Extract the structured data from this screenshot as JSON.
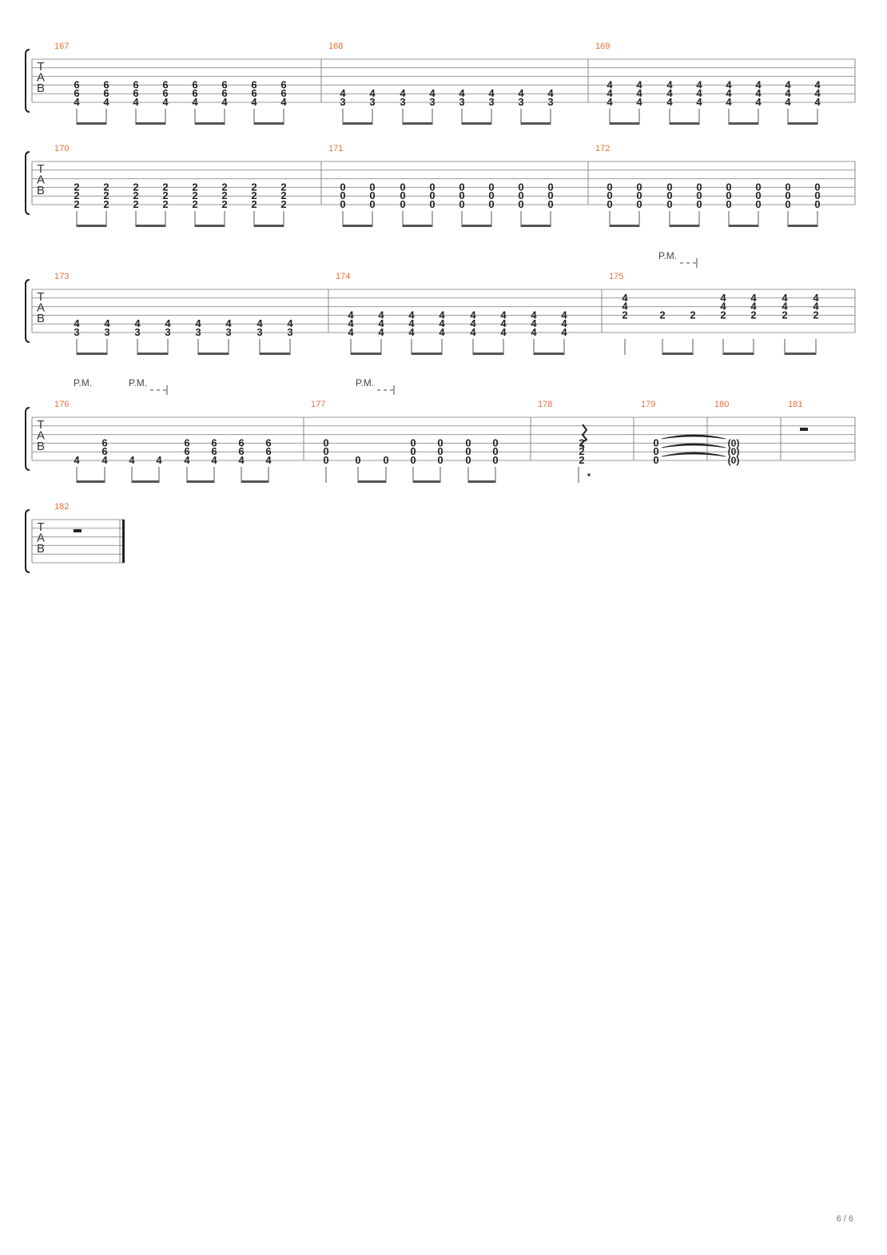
{
  "page_number": "6 / 6",
  "tab_letters": [
    "T",
    "A",
    "B"
  ],
  "markings": {
    "palm_mute": "P.M.",
    "let_ring_open": "(0)"
  },
  "colors": {
    "measure_number": "#e8703a",
    "notes": "#222222",
    "lines": "#999999",
    "beams": "#555555"
  },
  "systems": [
    {
      "measures": [
        {
          "number": "167",
          "events": [
            [
              "6",
              "6",
              "4"
            ],
            [
              "6",
              "6",
              "4"
            ],
            [
              "6",
              "6",
              "4"
            ],
            [
              "6",
              "6",
              "4"
            ],
            [
              "6",
              "6",
              "4"
            ],
            [
              "6",
              "6",
              "4"
            ],
            [
              "6",
              "6",
              "4"
            ],
            [
              "6",
              "6",
              "4"
            ]
          ]
        },
        {
          "number": "168",
          "events": [
            [
              "4",
              "3"
            ],
            [
              "4",
              "3"
            ],
            [
              "4",
              "3"
            ],
            [
              "4",
              "3"
            ],
            [
              "4",
              "3"
            ],
            [
              "4",
              "3"
            ],
            [
              "4",
              "3"
            ],
            [
              "4",
              "3"
            ]
          ]
        },
        {
          "number": "169",
          "events": [
            [
              "4",
              "4",
              "4"
            ],
            [
              "4",
              "4",
              "4"
            ],
            [
              "4",
              "4",
              "4"
            ],
            [
              "4",
              "4",
              "4"
            ],
            [
              "4",
              "4",
              "4"
            ],
            [
              "4",
              "4",
              "4"
            ],
            [
              "4",
              "4",
              "4"
            ],
            [
              "4",
              "4",
              "4"
            ]
          ]
        }
      ]
    },
    {
      "measures": [
        {
          "number": "170",
          "events": [
            [
              "2",
              "2",
              "2"
            ],
            [
              "2",
              "2",
              "2"
            ],
            [
              "2",
              "2",
              "2"
            ],
            [
              "2",
              "2",
              "2"
            ],
            [
              "2",
              "2",
              "2"
            ],
            [
              "2",
              "2",
              "2"
            ],
            [
              "2",
              "2",
              "2"
            ],
            [
              "2",
              "2",
              "2"
            ]
          ]
        },
        {
          "number": "171",
          "events": [
            [
              "0",
              "0",
              "0"
            ],
            [
              "0",
              "0",
              "0"
            ],
            [
              "0",
              "0",
              "0"
            ],
            [
              "0",
              "0",
              "0"
            ],
            [
              "0",
              "0",
              "0"
            ],
            [
              "0",
              "0",
              "0"
            ],
            [
              "0",
              "0",
              "0"
            ],
            [
              "0",
              "0",
              "0"
            ]
          ]
        },
        {
          "number": "172",
          "events": [
            [
              "0",
              "0",
              "0"
            ],
            [
              "0",
              "0",
              "0"
            ],
            [
              "0",
              "0",
              "0"
            ],
            [
              "0",
              "0",
              "0"
            ],
            [
              "0",
              "0",
              "0"
            ],
            [
              "0",
              "0",
              "0"
            ],
            [
              "0",
              "0",
              "0"
            ],
            [
              "0",
              "0",
              "0"
            ]
          ]
        }
      ]
    },
    {
      "measures": [
        {
          "number": "173",
          "events": [
            [
              "4",
              "3"
            ],
            [
              "4",
              "3"
            ],
            [
              "4",
              "3"
            ],
            [
              "4",
              "3"
            ],
            [
              "4",
              "3"
            ],
            [
              "4",
              "3"
            ],
            [
              "4",
              "3"
            ],
            [
              "4",
              "3"
            ]
          ]
        },
        {
          "number": "174",
          "events": [
            [
              "4",
              "4",
              "4"
            ],
            [
              "4",
              "4",
              "4"
            ],
            [
              "4",
              "4",
              "4"
            ],
            [
              "4",
              "4",
              "4"
            ],
            [
              "4",
              "4",
              "4"
            ],
            [
              "4",
              "4",
              "4"
            ],
            [
              "4",
              "4",
              "4"
            ],
            [
              "4",
              "4",
              "4"
            ]
          ]
        },
        {
          "number": "175",
          "palm_mute": "P.M.",
          "events": [
            [
              "4",
              "4",
              "2"
            ],
            [
              "2"
            ],
            [
              "2"
            ],
            [
              "4",
              "4",
              "2"
            ],
            [
              "4",
              "4",
              "2"
            ],
            [
              "4",
              "4",
              "2"
            ],
            [
              "4",
              "4",
              "2"
            ]
          ]
        }
      ]
    },
    {
      "measures": [
        {
          "number": "176",
          "palm_mute": [
            "P.M.",
            "P.M."
          ],
          "events": [
            [
              "4"
            ],
            [
              "6",
              "6",
              "4"
            ],
            [
              "4"
            ],
            [
              "4"
            ],
            [
              "6",
              "6",
              "4"
            ],
            [
              "6",
              "6",
              "4"
            ],
            [
              "6",
              "6",
              "4"
            ],
            [
              "6",
              "6",
              "4"
            ]
          ]
        },
        {
          "number": "177",
          "palm_mute": "P.M.",
          "events": [
            [
              "0",
              "0",
              "0"
            ],
            [
              "0"
            ],
            [
              "0"
            ],
            [
              "0",
              "0",
              "0"
            ],
            [
              "0",
              "0",
              "0"
            ],
            [
              "0",
              "0",
              "0"
            ],
            [
              "0",
              "0",
              "0"
            ]
          ]
        },
        {
          "number": "178",
          "events": [
            [
              "2",
              "2",
              "2"
            ]
          ]
        },
        {
          "number": "179",
          "events": [
            [
              "0",
              "0",
              "0"
            ]
          ]
        },
        {
          "number": "180",
          "events": [
            [
              "(0)",
              "(0)",
              "(0)"
            ]
          ]
        },
        {
          "number": "181",
          "events": []
        }
      ]
    },
    {
      "measures": [
        {
          "number": "182",
          "events": []
        }
      ]
    }
  ]
}
